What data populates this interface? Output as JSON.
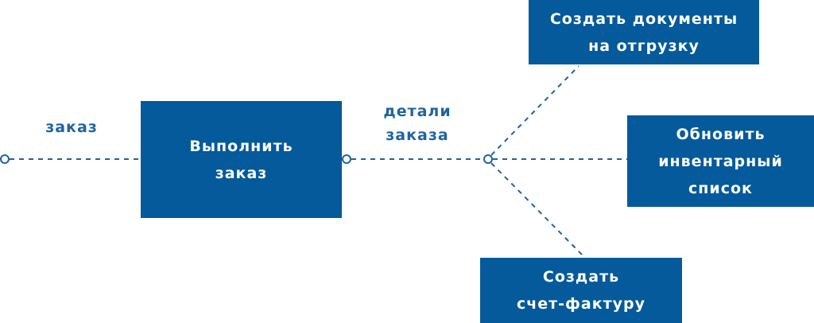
{
  "colors": {
    "box": "#045a9a",
    "line": "#1f64a0"
  },
  "input_label": "заказ",
  "process": {
    "line1": "Выполнить",
    "line2": "заказ"
  },
  "output_label": {
    "line1": "детали",
    "line2": "заказа"
  },
  "targets": [
    {
      "line1": "Создать документы",
      "line2": "на отгрузку"
    },
    {
      "line1": "Обновить",
      "line2": "инвентарный",
      "line3": "список"
    },
    {
      "line1": "Создать",
      "line2": "счет-фактуру"
    }
  ]
}
